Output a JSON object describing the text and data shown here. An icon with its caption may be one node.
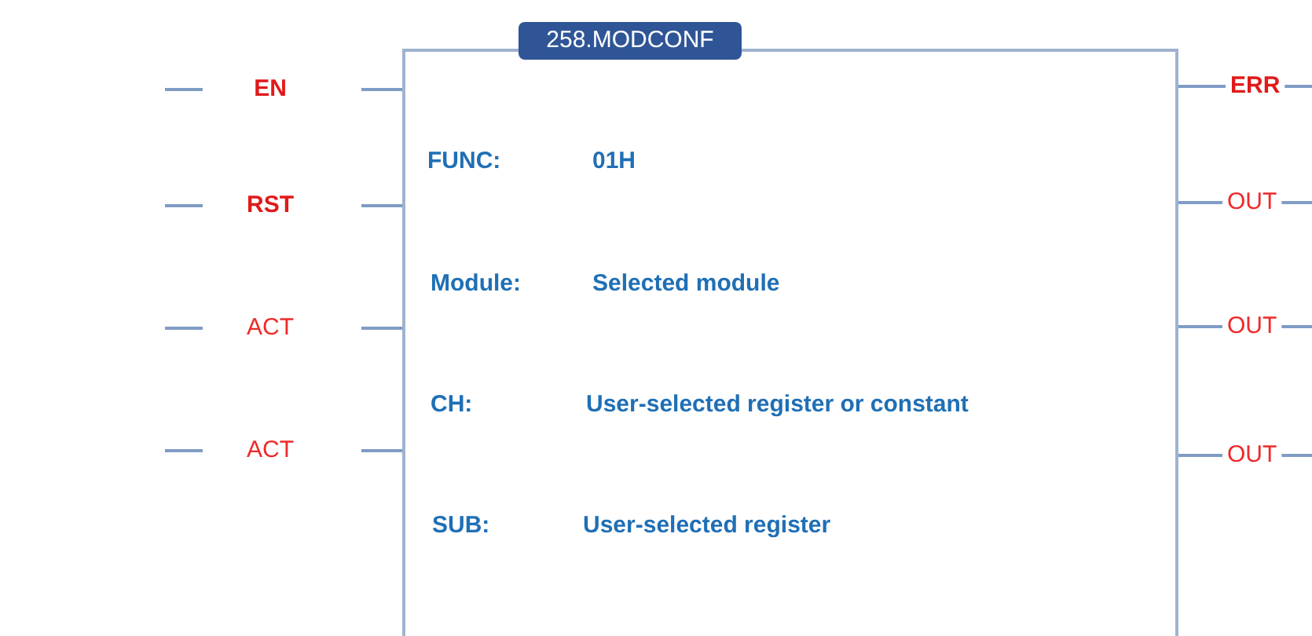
{
  "diagram": {
    "nodes": [
      {
        "text": [
          "258.MODCONF"
        ]
      }
    ],
    "labels": [
      "EN",
      "ERR",
      "FUNC:",
      "01H",
      "RST",
      "OUT",
      "Module:",
      "Selected module",
      "ACT",
      "OUT",
      "CH:",
      "User-selected register or constant",
      "ACT",
      "OUT",
      "SUB:",
      "User-selected register"
    ]
  }
}
